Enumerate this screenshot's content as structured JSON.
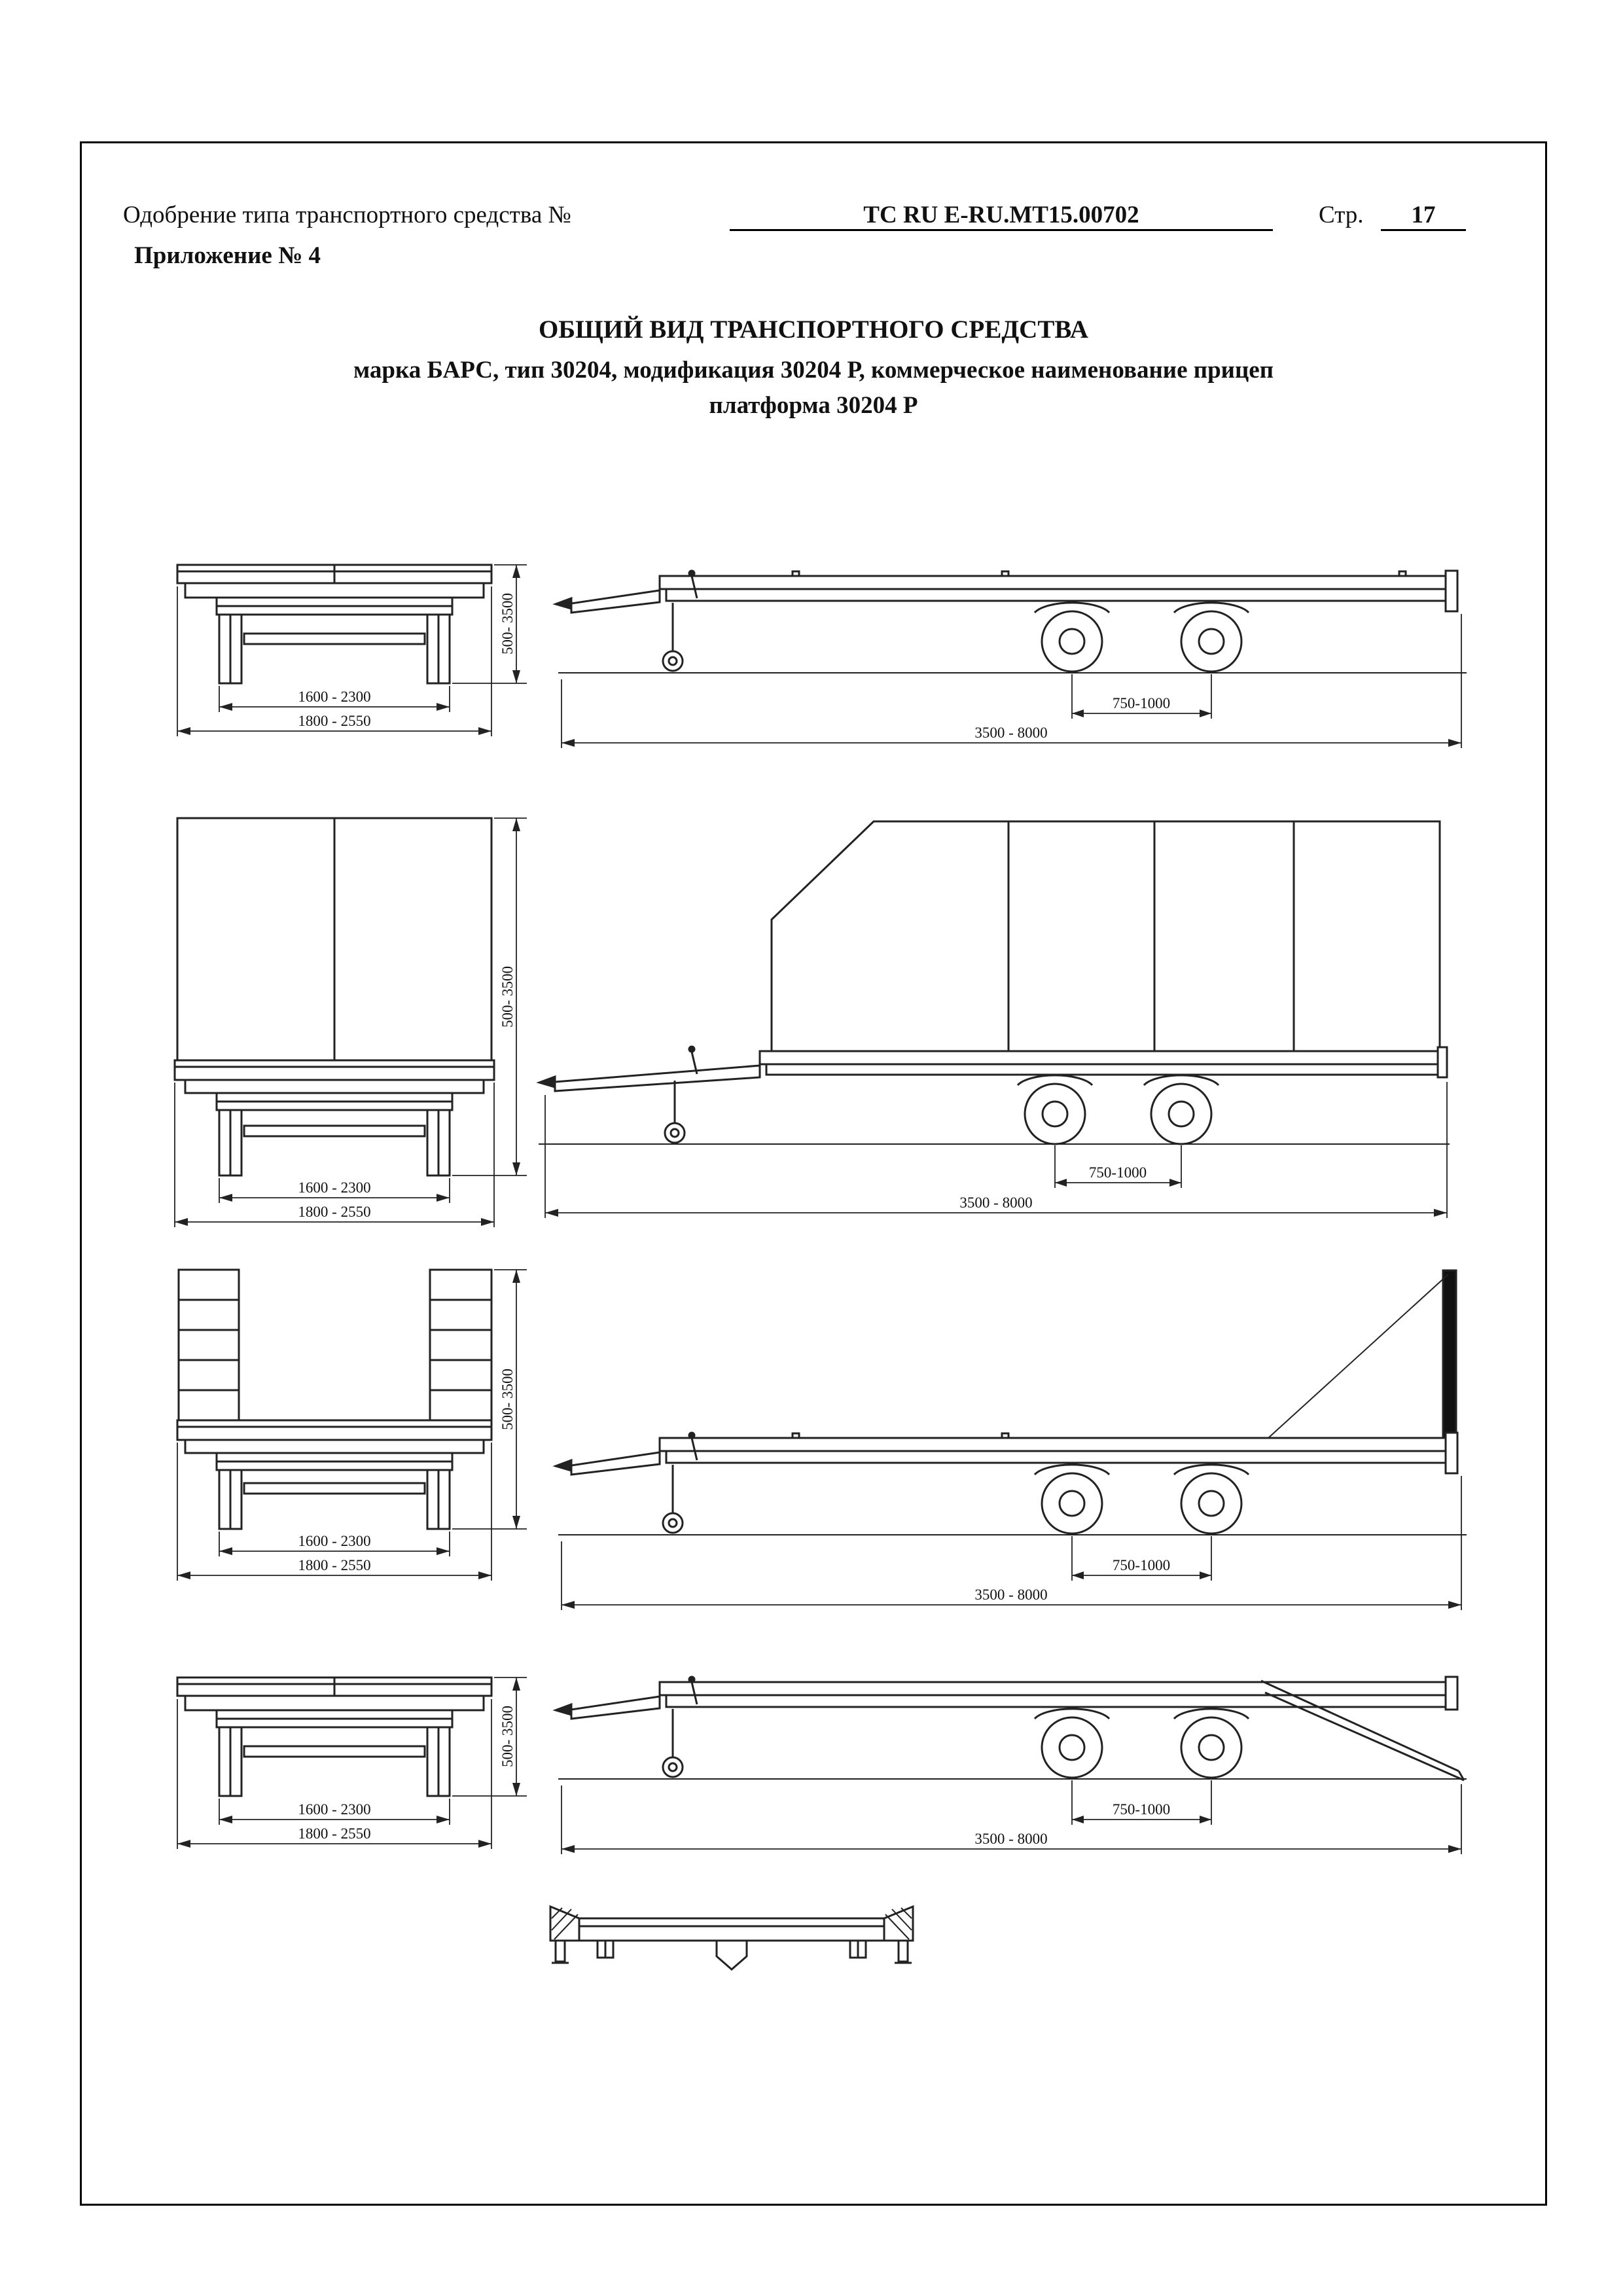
{
  "document": {
    "header": {
      "approval_label": "Одобрение типа транспортного средства №",
      "approval_number": "ТС RU E-RU.MT15.00702",
      "page_label": "Стр.",
      "page_number": "17",
      "annex_label": "Приложение № 4"
    },
    "title": "ОБЩИЙ ВИД ТРАНСПОРТНОГО СРЕДСТВА",
    "subtitle_line1": "марка БАРС, тип 30204, модификация 30204 Р, коммерческое наименование прицеп",
    "subtitle_line2": "платформа 30204 Р"
  },
  "dims": {
    "track": "1600 - 2300",
    "width": "1800 - 2550",
    "height": "500- 3500",
    "bogie": "750-1000",
    "length": "3500 - 8000"
  }
}
